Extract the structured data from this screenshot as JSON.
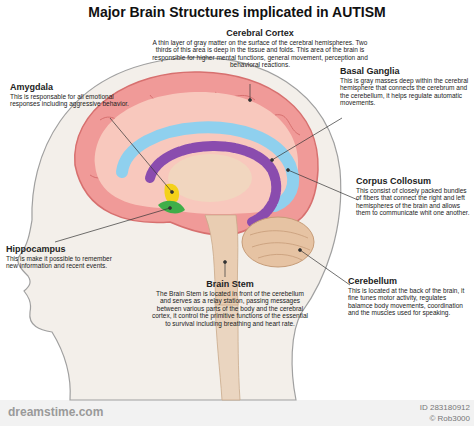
{
  "diagram": {
    "title": "Major Brain Structures implicated in AUTISM",
    "labels": [
      "Cerebral Cortex",
      "A thin layer of gray matter on the surface of the cerebral hemispheres. Two thirds of this area is deep in the tissue and folds. This area of the brain is responsible for higher mental functions, general movement, perception and behavioral reactions.",
      "Amygdala",
      "This is responsable for all emotional responses including aggressive behavior.",
      "Basal Ganglia",
      "This is gray masses deep within the cerebral hemisphere that connects the cerebrum and the cerebellum, it helps regulate automatic movements.",
      "Corpus Collosum",
      "This consist of closely packed bundles of fibers that connect the right and left hemispheres of the brain and allows them to communicate whit one another.",
      "Hippocampus",
      "This is make it possible to remember new information and recent events.",
      "Brain Stem",
      "The Brain Stem is located in front of the cerebellum and serves as a relay station, passing messages between various parts of the body and the cerebral cortex, it control the primitive functions of the essential to survival including breathing and heart rate.",
      "Cerebellum",
      "This is located at the back of the brain, it fine tunes motor activity, regulates balamce body movements, coordination and the muscles used for speaking.",
      "dreamstime.com",
      "ID 283180912",
      "© Rob3000"
    ]
  }
}
